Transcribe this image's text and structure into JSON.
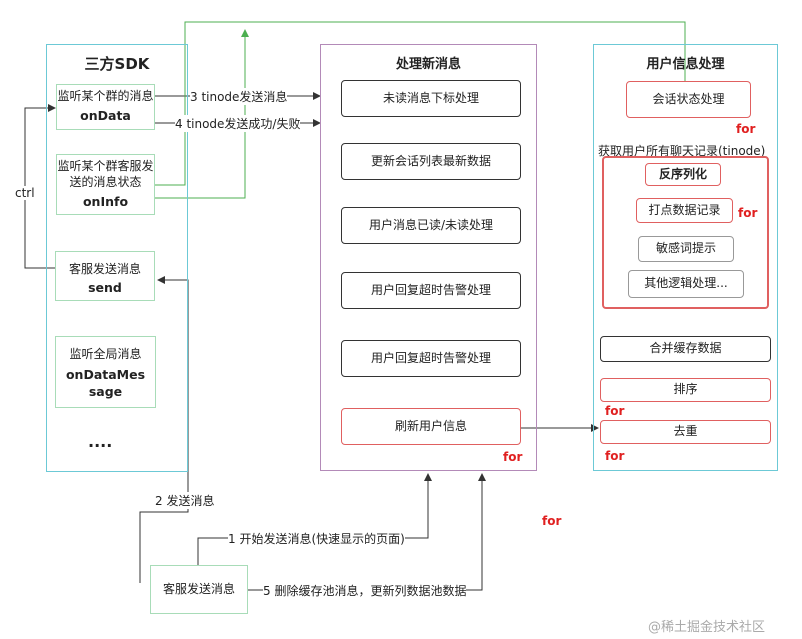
{
  "sdk": {
    "title": "三方SDK",
    "boxes": [
      {
        "cn": "监听某个群的消息",
        "en": "onData"
      },
      {
        "cn": "监听某个群客服发送的消息状态",
        "en": "onInfo"
      },
      {
        "cn": "客服发送消息",
        "en": "send"
      },
      {
        "cn": "监听全局消息",
        "en": "onDataMessage"
      }
    ],
    "ellipsis": "....",
    "ctrl": "ctrl"
  },
  "process": {
    "title": "处理新消息",
    "steps": [
      "未读消息下标处理",
      "更新会话列表最新数据",
      "用户消息已读/未读处理",
      "用户回复超时告警处理",
      "用户回复超时告警处理",
      "刷新用户信息"
    ],
    "for": "for"
  },
  "userinfo": {
    "title": "用户信息处理",
    "session": "会话状态处理",
    "for1": "for",
    "fetch": "获取用户所有聊天记录(tinode)",
    "inner": [
      "反序列化",
      "打点数据记录",
      "敏感词提示",
      "其他逻辑处理..."
    ],
    "inner_for": "for",
    "merge": "合并缓存数据",
    "sort": "排序",
    "sort_for": "for",
    "dedupe": "去重",
    "dedupe_for": "for"
  },
  "edges": {
    "e3": "3 tinode发送消息",
    "e4": "4 tinode发送成功/失败",
    "e2": "2 发送消息",
    "e1": "1 开始发送消息(快速显示的页面)",
    "e5": "5 删除缓存池消息，更新列数据池数据",
    "stray_for": "for"
  },
  "sender": "客服发送消息",
  "watermark": "@稀土掘金技术社区"
}
